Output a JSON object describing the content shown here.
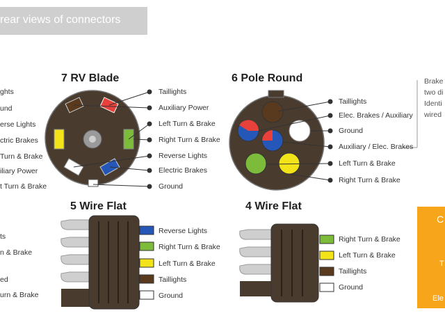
{
  "header": {
    "text": "rear views of connectors"
  },
  "rv7": {
    "title": "7 RV Blade",
    "right_labels": [
      "Taillights",
      "Auxiliary Power",
      "Left Turn & Brake",
      "Right Turn & Brake",
      "Reverse Lights",
      "Electric Brakes",
      "Ground"
    ],
    "left_labels": [
      "ghts",
      "und",
      "erse Lights",
      "ctric Brakes",
      "Turn & Brake",
      "iliary Power",
      "t Turn & Brake"
    ]
  },
  "pole6": {
    "title": "6 Pole Round",
    "right_labels": [
      "Taillights",
      "Elec. Brakes / Auxiliary",
      "Ground",
      "Auxiliary / Elec. Brakes",
      "Left Turn & Brake",
      "Right Turn & Brake"
    ],
    "side_note": [
      "Brake",
      "two di",
      "Identi",
      "wired"
    ]
  },
  "flat5": {
    "title": "5 Wire Flat",
    "right_labels": [
      "Reverse Lights",
      "Right Turn & Brake",
      "Left Turn & Brake",
      "Taillights",
      "Ground"
    ],
    "left_labels": [
      "ts",
      "n & Brake",
      "",
      "ed",
      "urn & Brake"
    ]
  },
  "flat4": {
    "title": "4 Wire Flat",
    "right_labels": [
      "Right Turn & Brake",
      "Left Turn & Brake",
      "Taillights",
      "Ground"
    ]
  },
  "orange_panel": {
    "lines": [
      "C",
      "T",
      "Ele"
    ]
  },
  "colors": {
    "connector": "#4a3b2f",
    "red": "#e8403a",
    "blue": "#2457b8",
    "green": "#7dbb3b",
    "yellow": "#f3e41a",
    "brown": "#5a3a1e",
    "white": "#ffffff",
    "accent": "#f7a51b"
  }
}
